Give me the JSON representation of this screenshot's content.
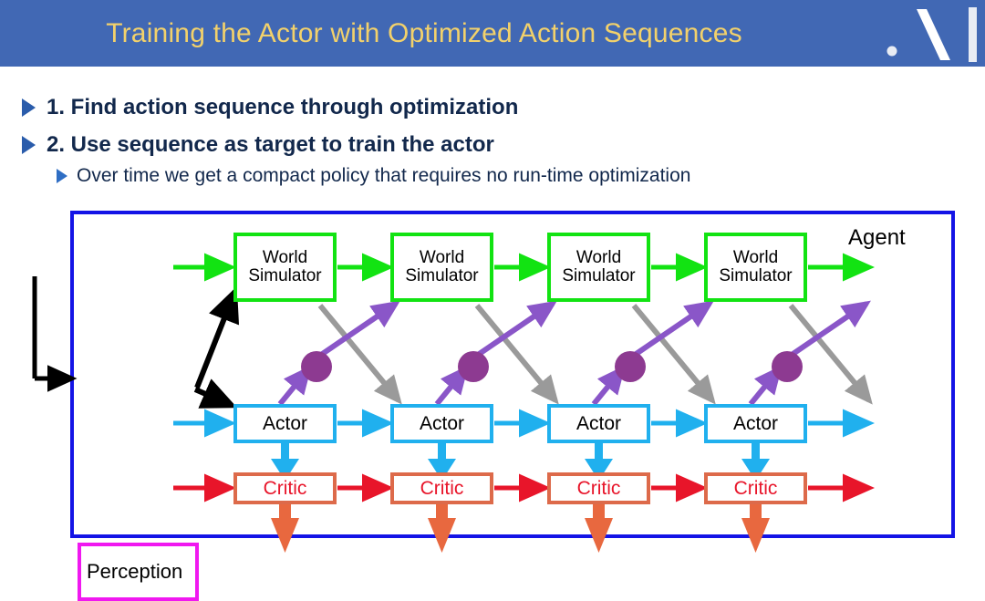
{
  "slide": {
    "title": "Training the Actor with Optimized Action Sequences",
    "title_bar_color": "#4168b4",
    "title_text_color": "#f2d16b",
    "logo": {
      "dot": "dot-glyph",
      "slash": "backslash-glyph",
      "bar": "vertical-bar-glyph",
      "color": "#e8ecf4"
    }
  },
  "bullets": [
    {
      "marker": "triangle-bullet",
      "text": "1. Find action sequence through optimization",
      "level": 1
    },
    {
      "marker": "triangle-bullet",
      "text": "2. Use sequence as target to train the actor",
      "level": 1
    },
    {
      "marker": "triangle-bullet",
      "text": "Over time we get a compact policy that requires no run-time optimization",
      "level": 2
    }
  ],
  "diagram": {
    "agent_label": "Agent",
    "outer_box_color": "#1414e6",
    "perception": {
      "label": "Perception",
      "border_color": "#f018f0"
    },
    "world_simulator": {
      "line1": "World",
      "line2": "Simulator",
      "border_color": "#12e312",
      "arrow_color": "#12e312",
      "count": 4
    },
    "actor": {
      "label": "Actor",
      "border_color": "#20b0ee",
      "arrow_color": "#20b0ee",
      "count": 4
    },
    "critic": {
      "label": "Critic",
      "border_color": "#dd6a4a",
      "text_color": "#e8152a",
      "arrow_color": "#e8152a",
      "down_arrow_color": "#e8683f",
      "count": 4
    },
    "state_arrow": {
      "name": "gray-state-arrow",
      "color": "#9a9a9a",
      "count": 4
    },
    "action_arrow": {
      "name": "purple-action-arrow",
      "color": "#8a56c8",
      "count": 4
    },
    "action_node": {
      "name": "purple-action-dot",
      "color": "#8d3a91",
      "count": 4
    },
    "input_arrow": {
      "name": "black-input-arrow",
      "color": "#000000"
    }
  }
}
